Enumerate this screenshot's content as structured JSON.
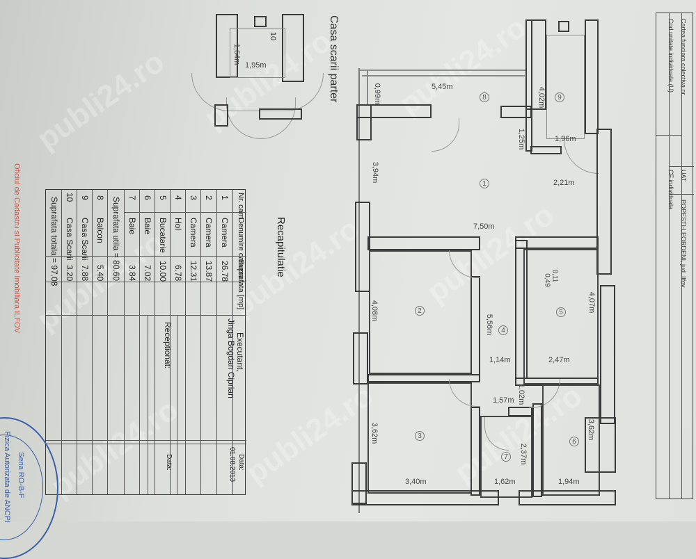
{
  "document": {
    "header": {
      "carte_funciara_label": "Cartea funciara colectiva nr.",
      "cod_unitate_label": "Cod unitate individuala (U)",
      "uat_label": "UAT",
      "uat_value": "POPESTI-LEORDENI, jud. Ilfov",
      "cf_label": "CF individuala"
    },
    "stair_plan": {
      "title": "Casa scarii parter",
      "room_number": "10",
      "dim_width": "1,95m",
      "dim_height": "1,64m"
    },
    "floor_plan": {
      "rooms": [
        {
          "number": "1",
          "label": "1"
        },
        {
          "number": "2",
          "label": "2"
        },
        {
          "number": "3",
          "label": "3"
        },
        {
          "number": "4",
          "label": "4"
        },
        {
          "number": "5",
          "label": "5"
        },
        {
          "number": "6",
          "label": "6"
        },
        {
          "number": "7",
          "label": "7"
        },
        {
          "number": "8",
          "label": "8"
        },
        {
          "number": "9",
          "label": "9"
        }
      ],
      "dimensions": {
        "d_0_99": "0,99m",
        "d_5_45": "5,45m",
        "d_4_02": "4,02m",
        "d_1_25": "1,25m",
        "d_1_96": "1,96m",
        "d_3_94": "3,94m",
        "d_2_21": "2,21m",
        "d_7_50": "7,50m",
        "d_4_08": "4,08m",
        "d_5_56": "5,56m",
        "d_4_07": "4,07m",
        "d_0_11": "0,11",
        "d_0_49": "0,49",
        "d_1_14": "1,14m",
        "d_2_47": "2,47m",
        "d_1_02": "1,02m",
        "d_1_57": "1,57m",
        "d_3_62a": "3,62m",
        "d_3_62b": "3,62m",
        "d_2_37": "2,37m",
        "d_3_40": "3,40m",
        "d_1_62": "1,62m",
        "d_1_94": "1,94m"
      }
    },
    "recap": {
      "title": "Recapitulatie",
      "headers": {
        "nr": "Nr. cam.",
        "name": "Denumire camera",
        "area": "Suprafata [mp]"
      },
      "rows": [
        {
          "nr": "1",
          "name": "Camera",
          "area": "26.78"
        },
        {
          "nr": "2",
          "name": "Camera",
          "area": "13.87"
        },
        {
          "nr": "3",
          "name": "Camera",
          "area": "12.31"
        },
        {
          "nr": "4",
          "name": "Hol",
          "area": "6.78"
        },
        {
          "nr": "5",
          "name": "Bucatarie",
          "area": "10.00"
        },
        {
          "nr": "6",
          "name": "Baie",
          "area": "7.02"
        },
        {
          "nr": "7",
          "name": "Baie",
          "area": "3.84"
        }
      ],
      "useful_total": "Suprafata utila = 80.60",
      "extra_rows": [
        {
          "nr": "8",
          "name": "Balcon",
          "area": "5.40"
        },
        {
          "nr": "9",
          "name": "Casa Scarii",
          "area": "7.88"
        },
        {
          "nr": "10",
          "name": "Casa Scarii",
          "area": "3.20"
        }
      ],
      "grand_total": "Suprafata totala = 97.08",
      "executant_label": "Executant,",
      "executant_name": "Jinga Bogdan Ciprian",
      "data_label_1": "Data:",
      "data_value_1": "01.08.2013",
      "receptionat_label": "Receptionat:",
      "data_label_2": "Data:"
    },
    "office_text": "Oficiul de Cadastru si Publicitate Imobiliara ILFOV",
    "stamp_text_1": "Fizica Autorizata de ANCPI",
    "stamp_text_2": "Seria RO-B-F",
    "watermark": "publi24.ro"
  }
}
